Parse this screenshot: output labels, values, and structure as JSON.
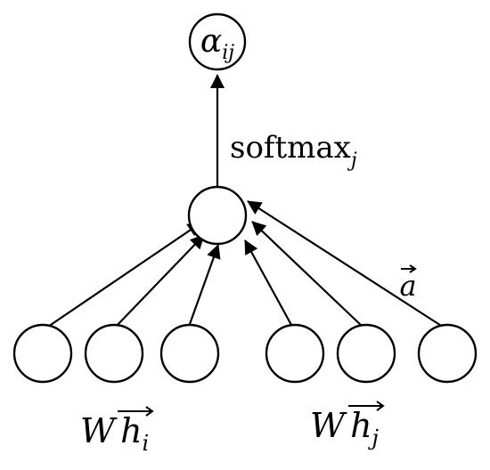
{
  "output_node": {
    "symbol": "α",
    "subscript": "ij"
  },
  "softmax_label": {
    "text": "softmax",
    "subscript": "j"
  },
  "attention_vector_label": {
    "symbol": "a"
  },
  "input_group_left": {
    "coefficient": "W",
    "vector": "h",
    "subscript": "i"
  },
  "input_group_right": {
    "coefficient": "W",
    "vector": "h",
    "subscript": "j"
  },
  "input_nodes": [
    "n1",
    "n2",
    "n3",
    "n4",
    "n5",
    "n6"
  ]
}
